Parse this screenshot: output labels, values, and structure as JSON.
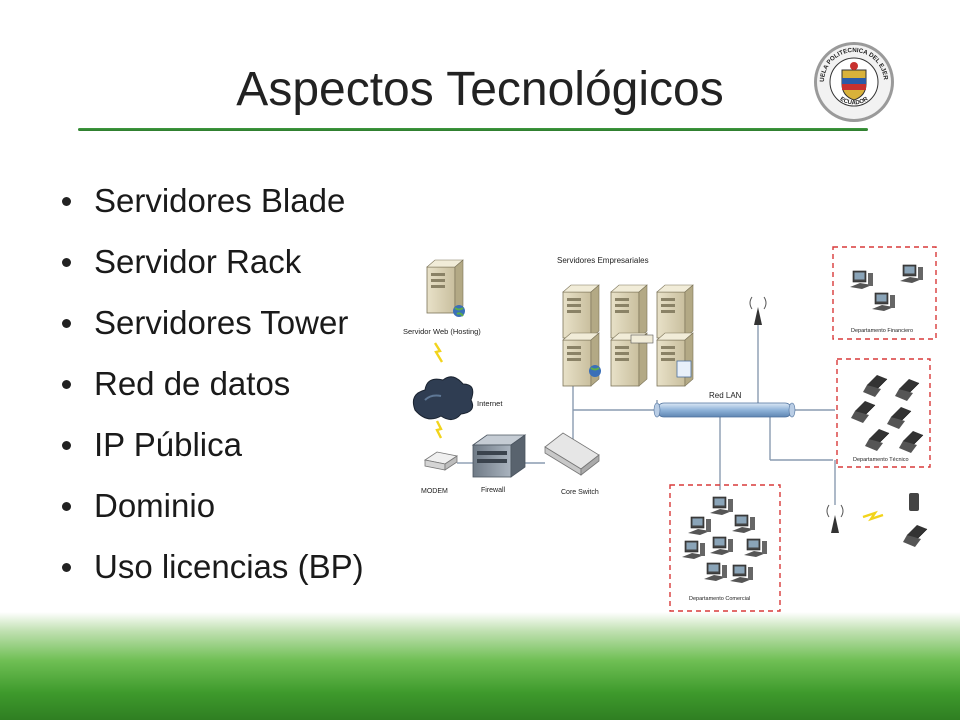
{
  "slide": {
    "title": "Aspectos Tecnológicos",
    "bullets": [
      "Servidores Blade",
      "Servidor Rack",
      "Servidores Tower",
      "Red de datos",
      "IP Pública",
      "Dominio",
      "Uso licencias (BP)"
    ]
  },
  "seal": {
    "top_text": "ESCUELA POLITECNICA DEL EJERCITO",
    "bottom_text": "ECUADOR"
  },
  "diagram": {
    "servers_title": "Servidores Empresariales",
    "web_server": "Servidor Web (Hosting)",
    "internet": "Internet",
    "modem": "MODEM",
    "firewall": "Firewall",
    "core_switch": "Core Switch",
    "red_lan": "Red LAN",
    "dept_financiero": "Departamento Financiero",
    "dept_tecnico": "Departamento Técnico",
    "dept_comercial": "Departamento Comercial"
  },
  "colors": {
    "accent_green": "#3f9a3f",
    "dept_border": "#d83a3a",
    "lan_blue": "#8fb3d9"
  }
}
